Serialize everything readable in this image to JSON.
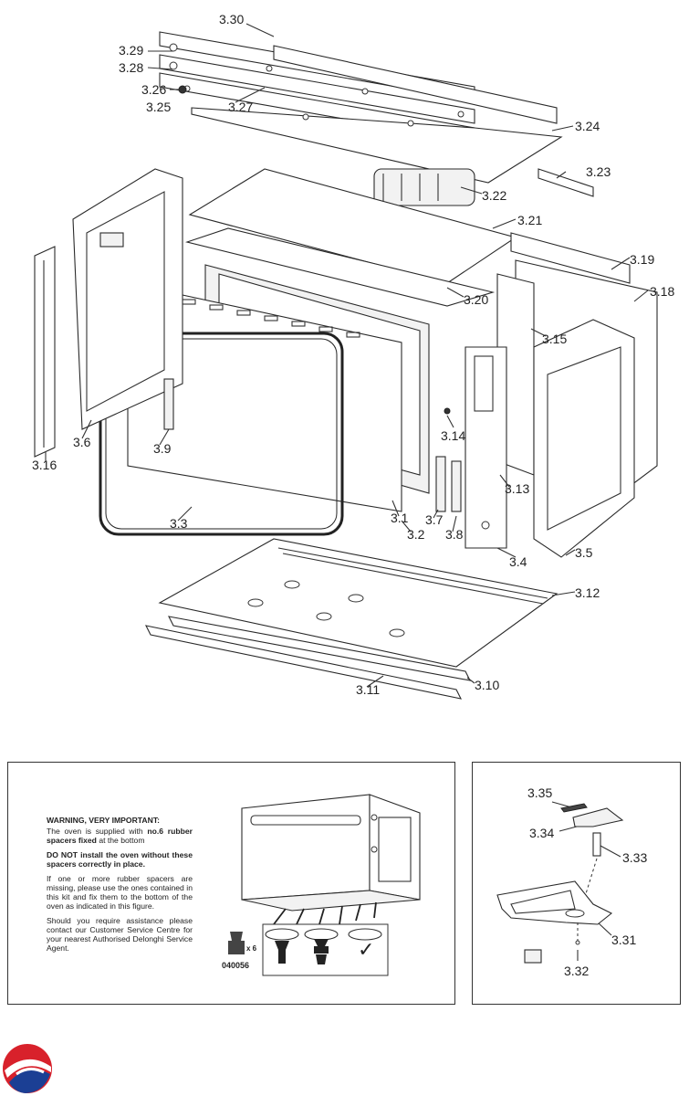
{
  "labels": {
    "p3_30": "3.30",
    "p3_29": "3.29",
    "p3_28": "3.28",
    "p3_26": "3.26",
    "p3_25": "3.25",
    "p3_27": "3.27",
    "p3_24": "3.24",
    "p3_23": "3.23",
    "p3_22": "3.22",
    "p3_21": "3.21",
    "p3_19": "3.19",
    "p3_18": "3.18",
    "p3_20": "3.20",
    "p3_15": "3.15",
    "p3_14": "3.14",
    "p3_13": "3.13",
    "p3_6": "3.6",
    "p3_9": "3.9",
    "p3_16": "3.16",
    "p3_3": "3.3",
    "p3_1": "3.1",
    "p3_2": "3.2",
    "p3_7": "3.7",
    "p3_8": "3.8",
    "p3_4": "3.4",
    "p3_5": "3.5",
    "p3_12": "3.12",
    "p3_11": "3.11",
    "p3_10": "3.10",
    "p3_35": "3.35",
    "p3_34": "3.34",
    "p3_33": "3.33",
    "p3_31": "3.31",
    "p3_32": "3.32"
  },
  "warning": {
    "title": "WARNING, VERY IMPORTANT:",
    "line1_pre": "The oven is supplied with ",
    "line1_bold": "no.6 rubber spacers fixed",
    "line1_post": " at the bottom",
    "line2": "DO NOT install the oven without these spacers correctly in place.",
    "line3": "If one or more rubber spacers are missing, please use the ones contained in this kit and fix them to the bottom of the oven as indicated in this figure.",
    "line4": "Should you require assistance please contact our Customer Service Centre for your nearest Authorised Delonghi Service Agent."
  },
  "spacer": {
    "qty": "x 6",
    "code": "040056",
    "check_symbol": "✓"
  },
  "colors": {
    "logo_red": "#d8212b",
    "logo_blue": "#1b3f94",
    "line": "#333333"
  }
}
